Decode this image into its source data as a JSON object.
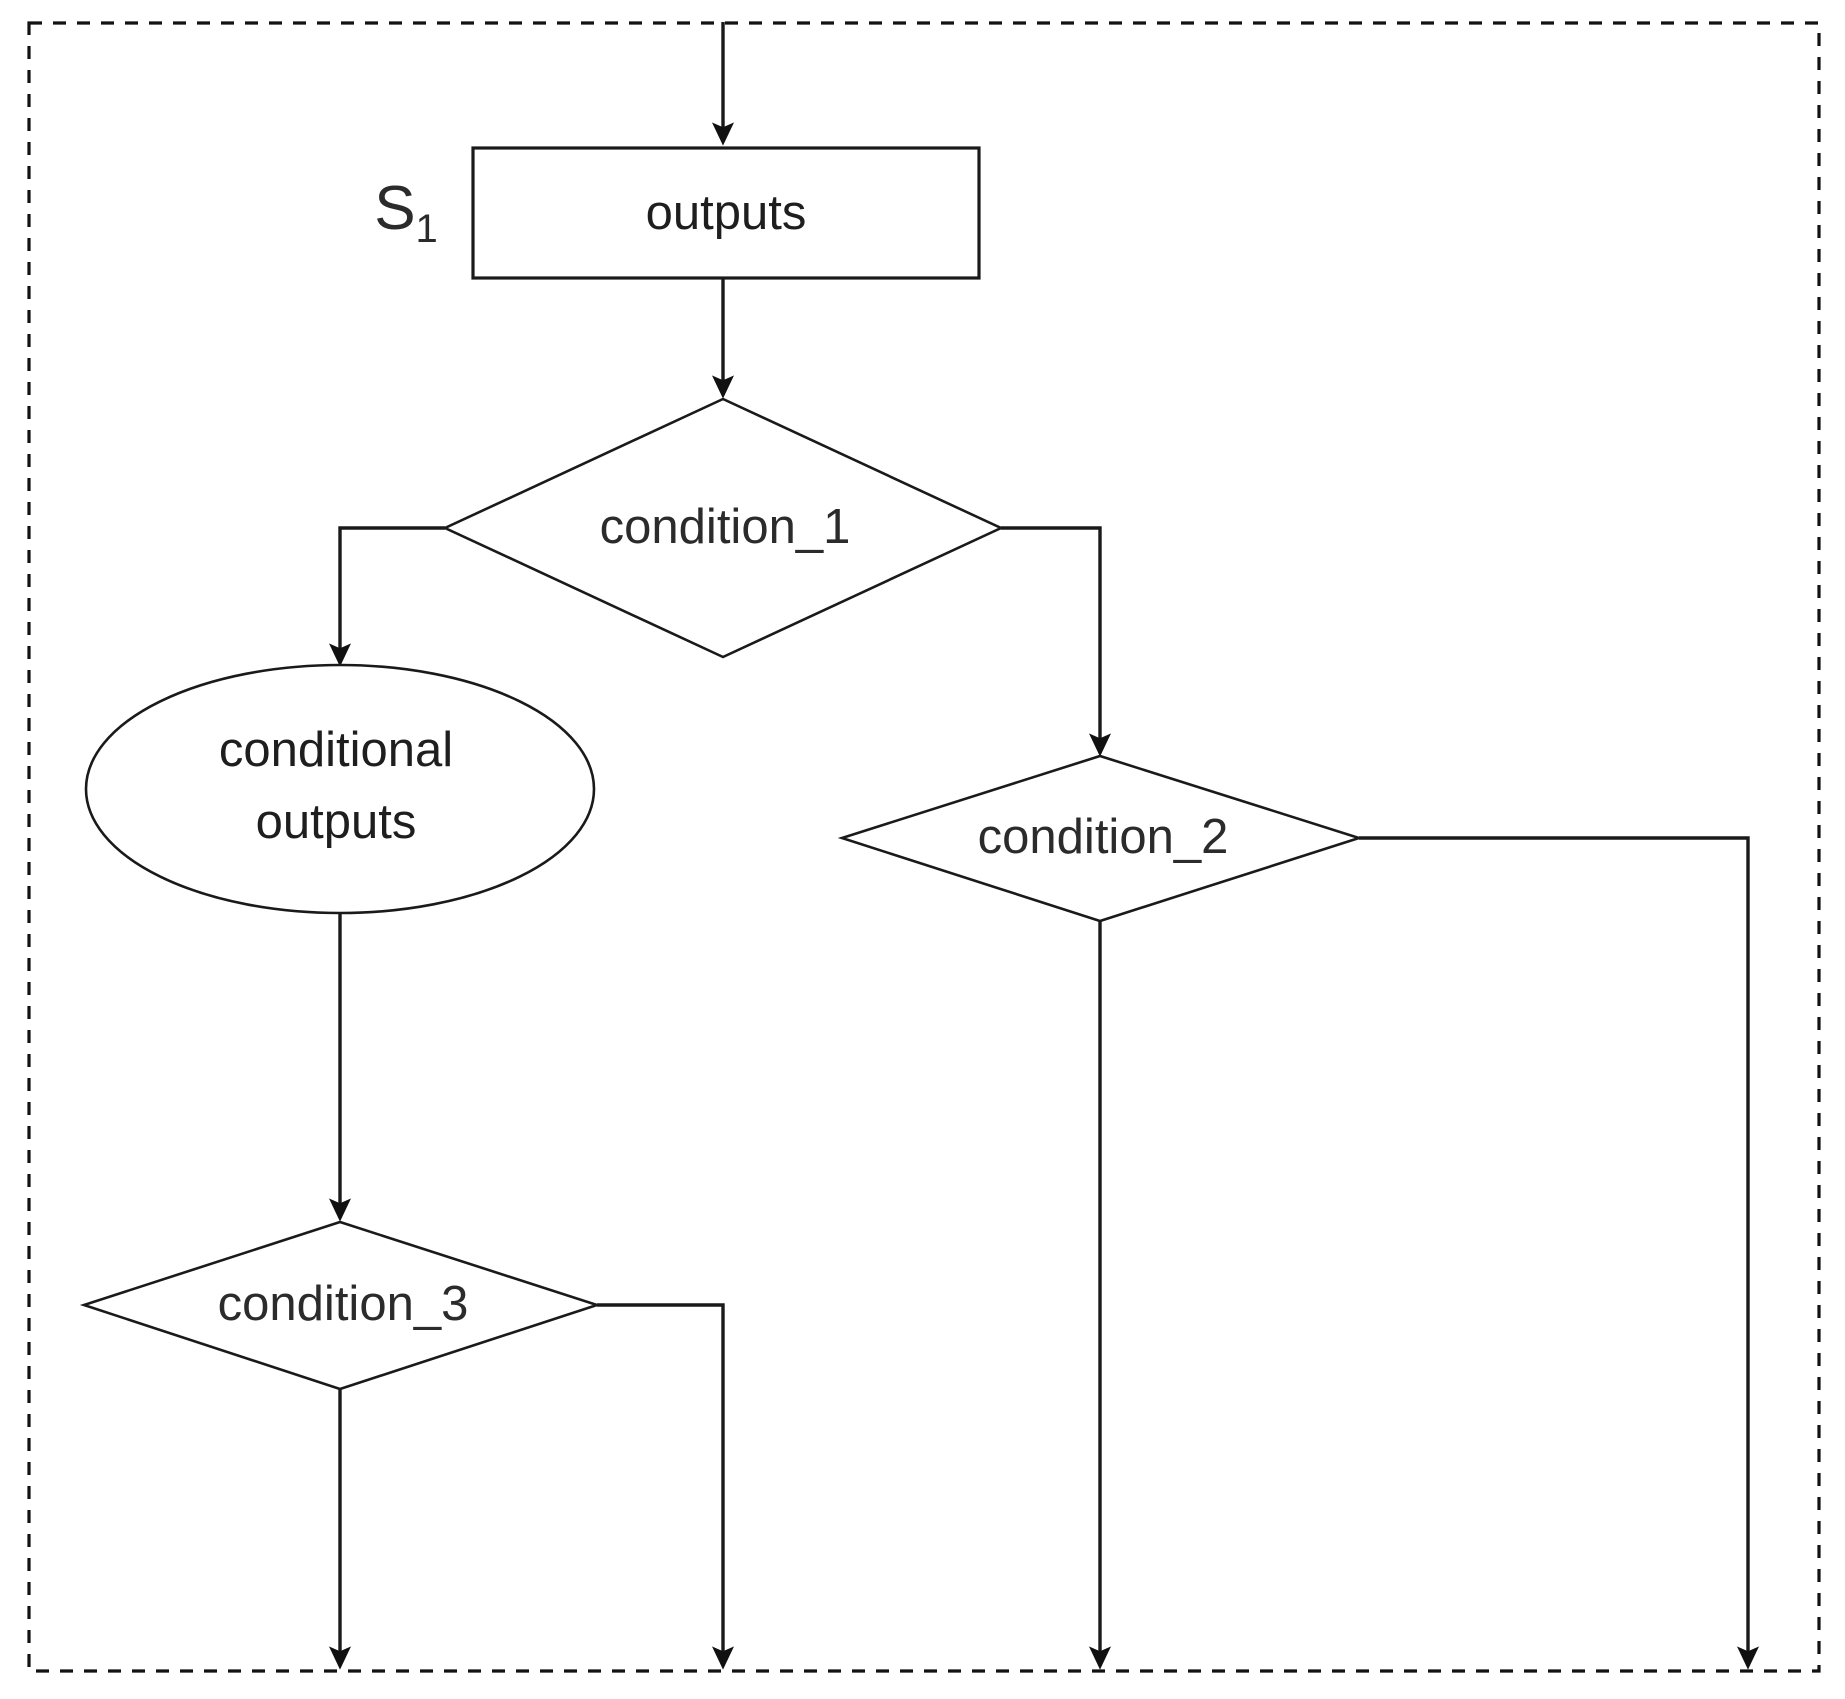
{
  "diagram": {
    "type": "flowchart",
    "title": "",
    "group": {
      "name": "state-group",
      "border_style": "dashed",
      "state_label": "S",
      "state_subscript": "1"
    },
    "colors": {
      "stroke": "#1a1a1a",
      "fill": "#ffffff",
      "text": "#2b2b2b",
      "border": "#121212"
    },
    "nodes": [
      {
        "id": "outputs",
        "shape": "rectangle",
        "label": "outputs"
      },
      {
        "id": "condition_1",
        "shape": "diamond",
        "label": "condition_1"
      },
      {
        "id": "conditional_outputs",
        "shape": "ellipse",
        "label_line1": "conditional",
        "label_line2": "outputs"
      },
      {
        "id": "condition_2",
        "shape": "diamond",
        "label": "condition_2"
      },
      {
        "id": "condition_3",
        "shape": "diamond",
        "label": "condition_3"
      }
    ],
    "edges": [
      {
        "from": "external-top",
        "to": "outputs",
        "arrow": true
      },
      {
        "from": "outputs",
        "to": "condition_1",
        "arrow": true
      },
      {
        "from": "condition_1",
        "to": "conditional_outputs",
        "arrow": true,
        "branch": "left"
      },
      {
        "from": "condition_1",
        "to": "condition_2",
        "arrow": true,
        "branch": "right"
      },
      {
        "from": "conditional_outputs",
        "to": "condition_3",
        "arrow": true
      },
      {
        "from": "condition_3",
        "to": "external-bottom",
        "arrow": true,
        "branch": "down"
      },
      {
        "from": "condition_3",
        "to": "external-bottom",
        "arrow": true,
        "branch": "right"
      },
      {
        "from": "condition_2",
        "to": "external-bottom",
        "arrow": true,
        "branch": "down"
      },
      {
        "from": "condition_2",
        "to": "external-bottom",
        "arrow": true,
        "branch": "right"
      }
    ]
  }
}
